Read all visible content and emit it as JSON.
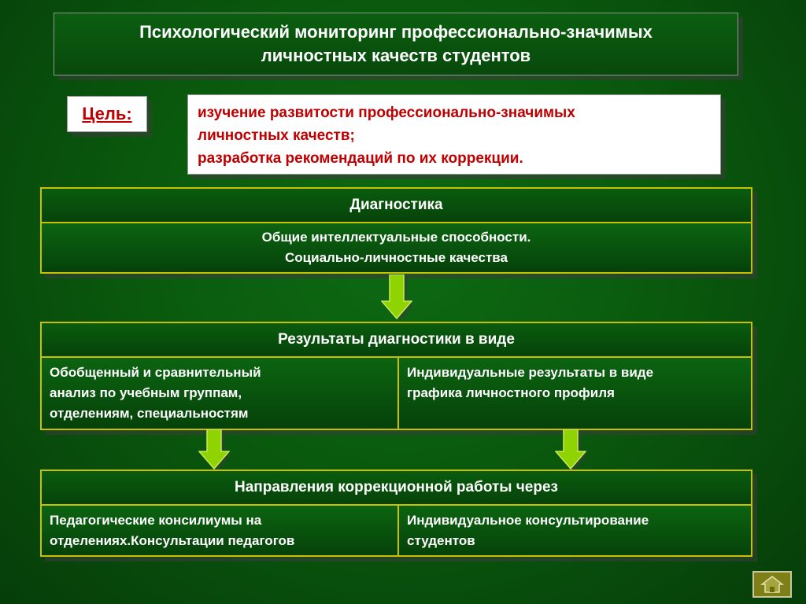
{
  "title": {
    "line1": "Психологический мониторинг профессионально-значимых",
    "line2": "личностных качеств студентов"
  },
  "goal": {
    "label": "Цель:",
    "lines": [
      "изучение развитости профессионально-значимых",
      "личностных качеств;",
      "разработка рекомендаций по их коррекции."
    ]
  },
  "diagnostics": {
    "header": "Диагностика",
    "lines": [
      "Общие интеллектуальные способности.",
      "Социально-личностные качества"
    ]
  },
  "results": {
    "header": "Результаты диагностики  в виде",
    "left": [
      "Обобщенный и сравнительный",
      "анализ по учебным группам,",
      "отделениям, специальностям"
    ],
    "right": [
      "Индивидуальные результаты в виде",
      "графика личностного профиля"
    ]
  },
  "correction": {
    "header": "Направления коррекционной работы через",
    "left": [
      "Педагогические консилиумы на",
      "отделениях.Консультации педагогов"
    ],
    "right": [
      "Индивидуальное консультирование",
      "студентов"
    ]
  },
  "colors": {
    "background": "#0a5a0e",
    "border": "#c8c000",
    "goal_text": "#c00000",
    "arrow_fill": "#8fd400"
  },
  "icons": {
    "nav": "home-icon"
  }
}
